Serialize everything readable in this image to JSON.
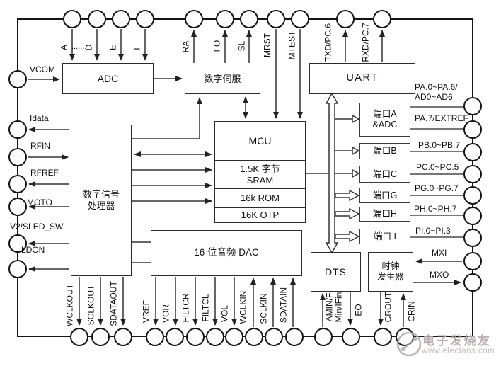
{
  "diagram": {
    "blocks": {
      "adc": "ADC",
      "servo": "数字伺服",
      "uart": "UART",
      "mcu_sections": [
        "MCU",
        "1.5K 字节\nSRAM",
        "16k ROM",
        "16K OTP"
      ],
      "dsp": "数字信号\n处理器",
      "dac": "16 位音频 DAC",
      "dts": "DTS",
      "clock_gen": "时钟\n发生器",
      "ports": [
        "端口A\n&ADC",
        "端口B",
        "端口C",
        "端口G",
        "端口H",
        "端口 I"
      ]
    },
    "pins": {
      "top": [
        "A",
        "D",
        "E",
        "F",
        "RA",
        "FO",
        "SL",
        "MRST",
        "MTEST",
        "TXD/PC.6",
        "RXD/PC.7"
      ],
      "left": [
        "VCOM",
        "Idata",
        "RFIN",
        "RFREF",
        "MOTO",
        "V2/SLED_SW",
        "LDON"
      ],
      "right": [
        "PA.0~PA.6/\nAD0~AD6",
        "PA.7/EXTREF",
        "PB.0~PB.7",
        "PC.0~PC.5",
        "PG.0~PG.7",
        "PH.0~PH.7",
        "PI.0~PI.3",
        "MXI",
        "MXO"
      ],
      "bottom": [
        "WCLKOUT",
        "SCLKOUT",
        "SDATAOUT",
        "VREF",
        "VOR",
        "FILTCR",
        "FILTCL",
        "VOL",
        "WCLKIN",
        "SCLKIN",
        "SDATAIN",
        "AMIN/F\nMin/IFin",
        "EO",
        "CROUT",
        "CRIN"
      ]
    },
    "ellipsis": "......."
  },
  "watermark": {
    "title": "电子发烧友",
    "url": "www.elecfans.com"
  },
  "colors": {
    "line": "#333333",
    "border": "#141414",
    "port_line": "#4a4a4a",
    "watermark": "#b3a8a8"
  }
}
